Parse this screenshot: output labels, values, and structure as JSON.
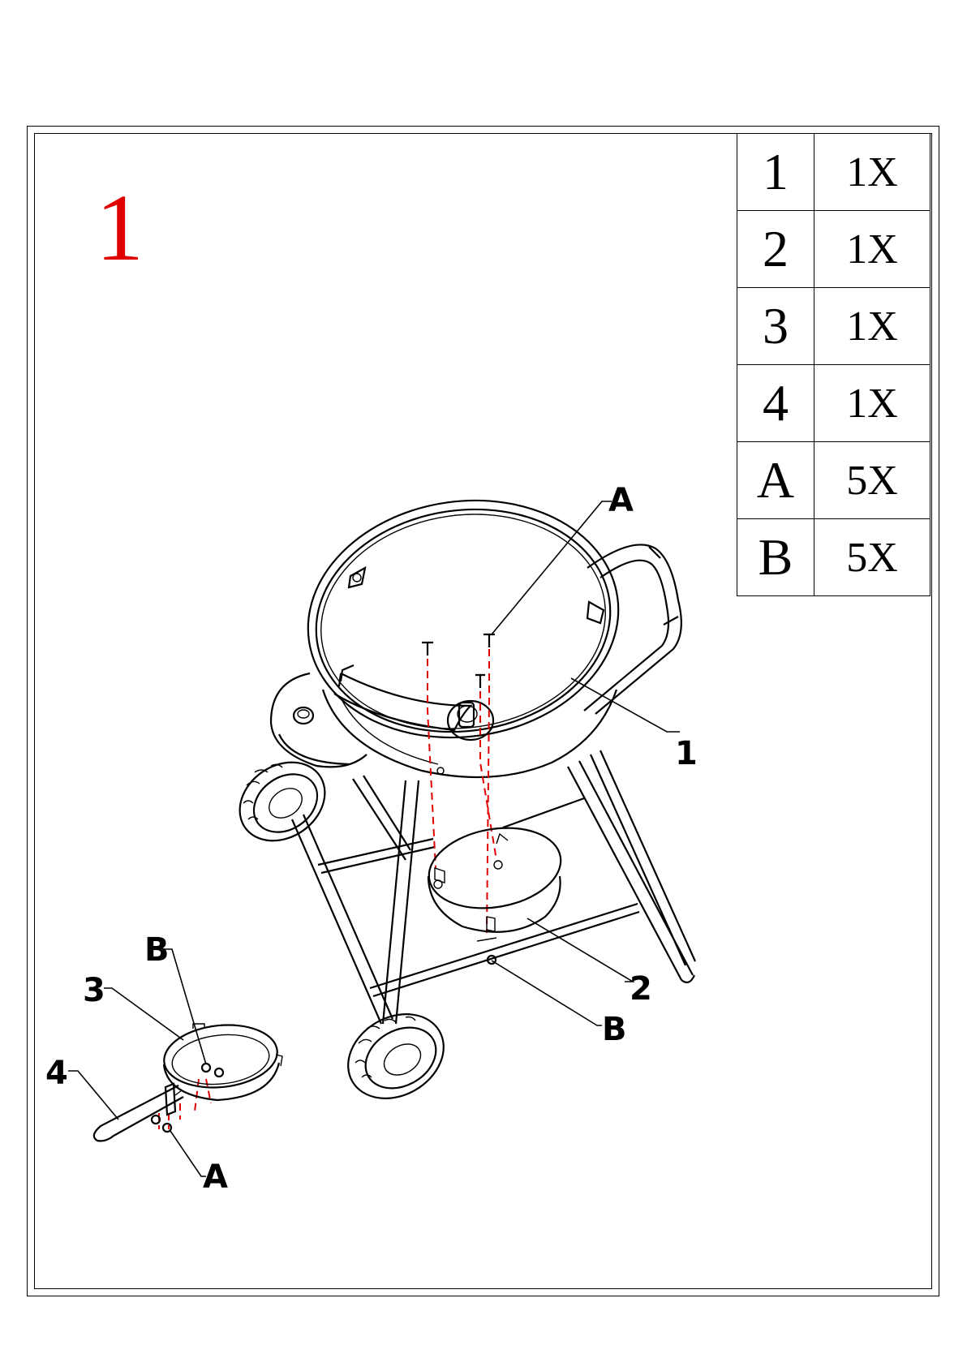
{
  "step": "1",
  "parts": [
    {
      "id": "1",
      "qty": "1X"
    },
    {
      "id": "2",
      "qty": "1X"
    },
    {
      "id": "3",
      "qty": "1X"
    },
    {
      "id": "4",
      "qty": "1X"
    },
    {
      "id": "A",
      "qty": "5X"
    },
    {
      "id": "B",
      "qty": "5X"
    }
  ],
  "callouts": {
    "bowl": "1",
    "ash_ring": "2",
    "ash_pan": "3",
    "pan_handle": "4",
    "screw_top": "A",
    "nut_ring": "B",
    "nut_pan": "B",
    "screw_pan": "A"
  },
  "colors": {
    "accent": "#e00000",
    "line": "#000000"
  }
}
